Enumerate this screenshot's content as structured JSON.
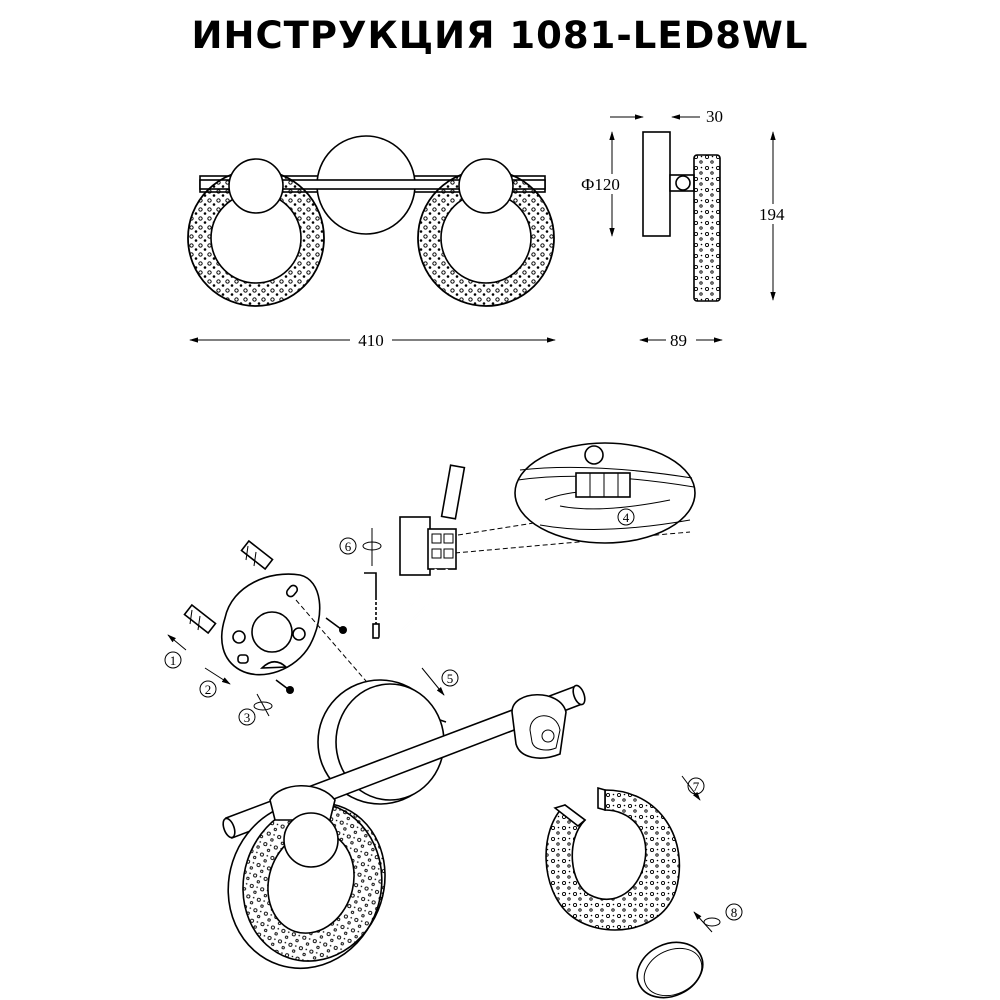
{
  "title": "ИНСТРУКЦИЯ 1081-LED8WL",
  "dimensions": {
    "width": "410",
    "diameter": "Ф120",
    "depth_top": "30",
    "height": "194",
    "depth_bottom": "89"
  },
  "steps": [
    "1",
    "2",
    "3",
    "4",
    "5",
    "6",
    "7",
    "8"
  ]
}
